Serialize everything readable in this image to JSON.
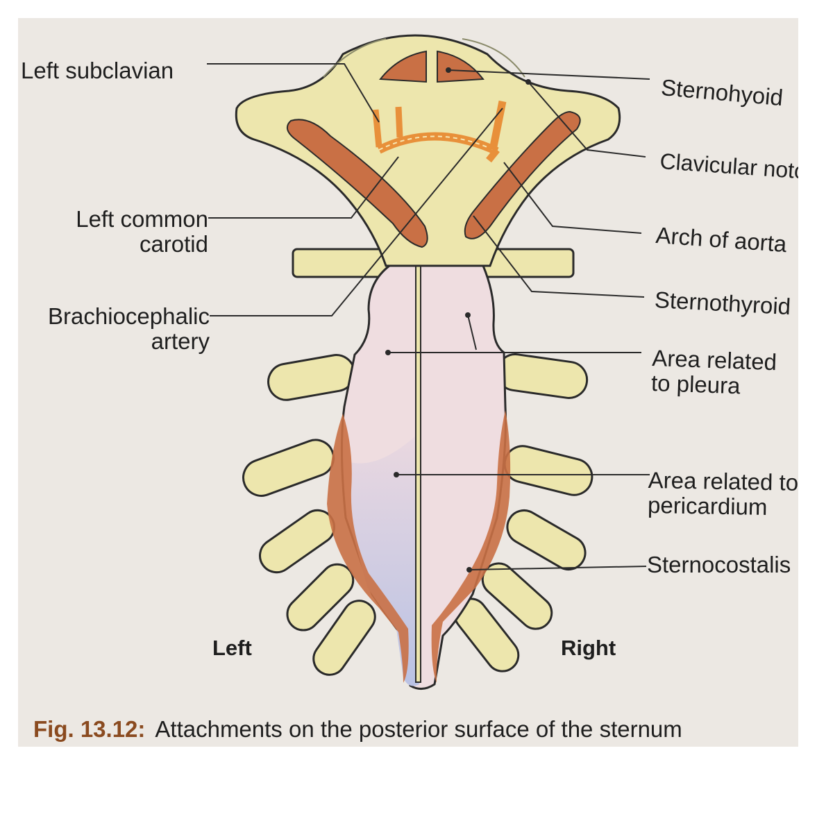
{
  "labels": {
    "left_subclavian": "Left subclavian",
    "left_common_carotid_1": "Left common",
    "left_common_carotid_2": "carotid",
    "brachiocephalic_1": "Brachiocephalic",
    "brachiocephalic_2": "artery",
    "sternohyoid": "Sternohyoid",
    "clavicular_notch": "Clavicular notch",
    "arch_of_aorta": "Arch of aorta",
    "sternothyroid": "Sternothyroid",
    "pleura_1": "Area related",
    "pleura_2": "to pleura",
    "pericardium_1": "Area related to",
    "pericardium_2": "pericardium",
    "sternocostalis": "Sternocostalis",
    "left": "Left",
    "right": "Right"
  },
  "caption": {
    "number": "Fig. 13.12:",
    "text": "Attachments on the posterior surface of the sternum"
  },
  "colors": {
    "bone": "#ede6ad",
    "muscle": "#c97045",
    "pleura_area": "#efdde0",
    "pericardium_area": "#bfc5e2",
    "outline": "#2a2a2a"
  }
}
